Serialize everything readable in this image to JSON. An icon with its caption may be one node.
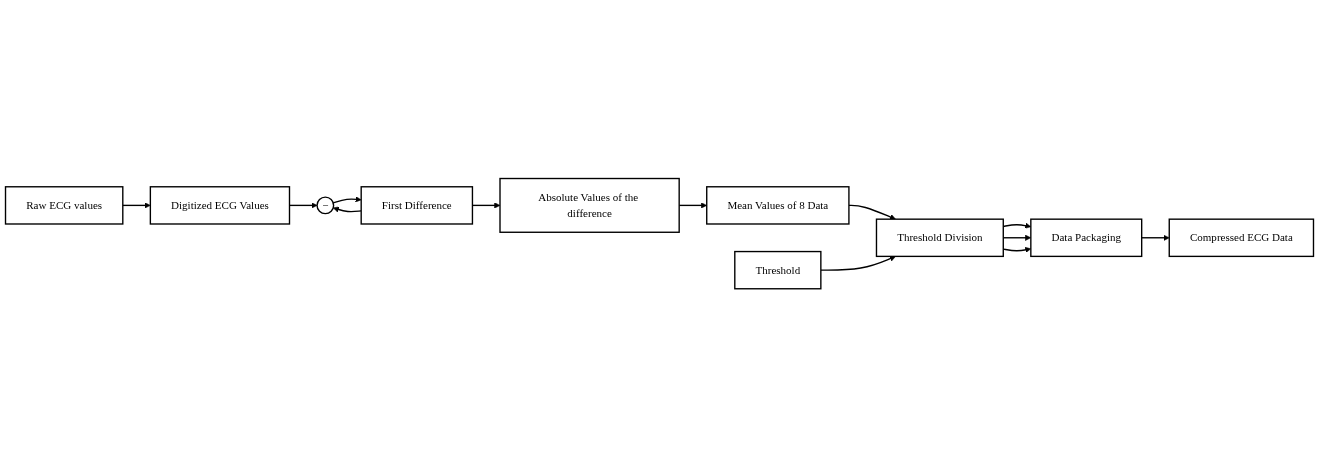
{
  "diagram": {
    "nodes": [
      {
        "text": [
          "Raw ECG values"
        ]
      },
      {
        "text": [
          "Digitized ECG Values"
        ]
      },
      {
        "text": [
          "−"
        ]
      },
      {
        "text": [
          "First Difference"
        ]
      },
      {
        "text": [
          "Absolute Values of the difference"
        ]
      },
      {
        "text": [
          "Mean Values of 8 Data"
        ]
      },
      {
        "text": [
          "Threshold Division"
        ]
      },
      {
        "text": [
          "Data Packaging"
        ]
      },
      {
        "text": [
          "Compressed ECG Data"
        ]
      },
      {
        "text": [
          "Threshold"
        ]
      }
    ],
    "edges": [
      {
        "from": 0,
        "to": 1,
        "arrow": "to"
      },
      {
        "from": 1,
        "to": 2,
        "arrow": "to"
      },
      {
        "from": 2,
        "to": 3,
        "arrow": "to"
      },
      {
        "from": 3,
        "to": 4,
        "arrow": "to"
      },
      {
        "from": 3,
        "to": 2,
        "arrow": "to"
      },
      {
        "from": 4,
        "to": 5,
        "arrow": "to"
      },
      {
        "from": 5,
        "to": 6,
        "arrow": "to"
      },
      {
        "from": 6,
        "to": 7,
        "arrow": "to"
      },
      {
        "from": 6,
        "to": 7,
        "arrow": "to"
      },
      {
        "from": 6,
        "to": 7,
        "arrow": "to"
      },
      {
        "from": 7,
        "to": 8,
        "arrow": "to"
      },
      {
        "from": 9,
        "to": 6,
        "arrow": "to"
      }
    ]
  }
}
